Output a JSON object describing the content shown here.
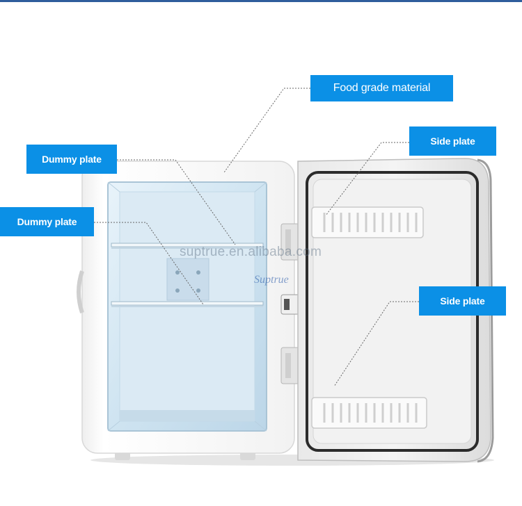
{
  "callouts": {
    "food_grade": "Food grade material",
    "dummy_plate_upper": "Dummy plate",
    "dummy_plate_lower": "Dummy plate",
    "side_plate_upper": "Side plate",
    "side_plate_lower": "Side plate"
  },
  "watermark": "suptrue.en.alibaba.com",
  "logo_text": "Suptrue",
  "colors": {
    "callout_bg": "#0b90e6",
    "callout_text": "#ffffff",
    "interior": "#d6e8f3",
    "body": "#fbfbfb",
    "door_gasket": "#2b2b2b"
  }
}
